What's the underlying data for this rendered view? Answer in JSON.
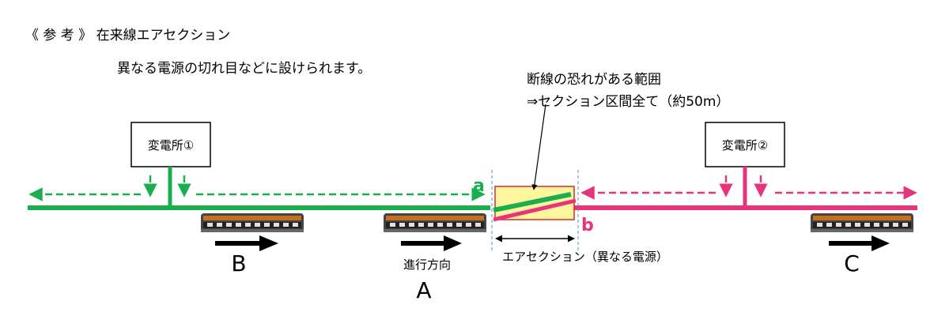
{
  "reference": {
    "title": "《 参 考 》  在来線エアセクション",
    "description": "異なる電源の切れ目などに設けられます。"
  },
  "note": {
    "line1": "断線の恐れがある範囲",
    "line2": "⇒セクション区間全て（約50m）"
  },
  "substations": [
    {
      "label": "変電所①"
    },
    {
      "label": "変電所②"
    }
  ],
  "labels": {
    "a": "a",
    "b": "b",
    "direction": "進行方向",
    "air_section": "エアセクション（異なる電源）"
  },
  "trains": [
    {
      "label": "B"
    },
    {
      "label": "A"
    },
    {
      "label": "C"
    }
  ],
  "colors": {
    "green": "#1aae4e",
    "pink": "#e8337d",
    "section_fill": "#fff59d",
    "section_border": "#d62b2b",
    "boundary": "#5a8fb5"
  }
}
